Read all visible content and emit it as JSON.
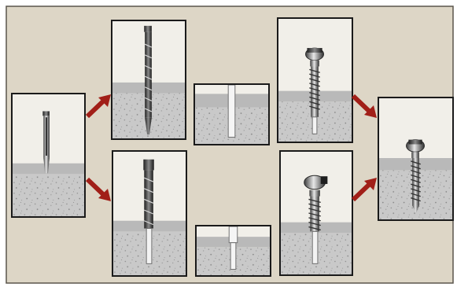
{
  "diagram": {
    "background_color": "#ddd6c6",
    "arrow_color": "#a11f18",
    "panels": [
      {
        "name": "pilot-drill-start-panel",
        "tool": "short-pilot-drill"
      },
      {
        "name": "pilot-drill-deep-panel",
        "tool": "long-pilot-drill"
      },
      {
        "name": "pilot-drill-stepped-panel",
        "tool": "stepped-pilot-drill"
      },
      {
        "name": "drilled-hole-straight-panel",
        "tool": "hole-straight"
      },
      {
        "name": "drilled-hole-stepped-panel",
        "tool": "hole-stepped"
      },
      {
        "name": "screw-insertion-top-panel",
        "tool": "implant-screw"
      },
      {
        "name": "screw-insertion-bottom-panel",
        "tool": "implant-screw-stepped"
      },
      {
        "name": "screw-seated-panel",
        "tool": "implant-screw-seated"
      }
    ],
    "arrows": [
      "arrow-up-right",
      "arrow-down-right",
      "arrow-down-right",
      "arrow-up-right"
    ]
  }
}
